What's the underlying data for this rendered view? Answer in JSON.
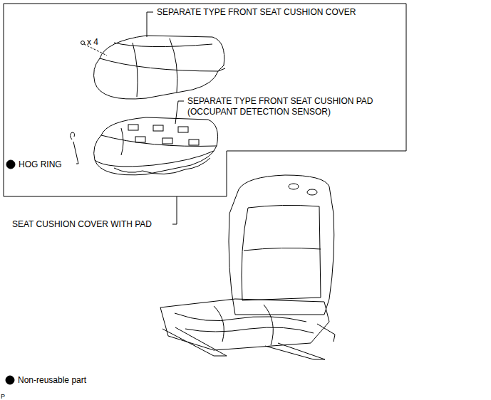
{
  "diagram": {
    "labels": [
      "SEPARATE TYPE FRONT SEAT CUSHION COVER",
      "x 4",
      "SEPARATE TYPE FRONT SEAT CUSHION PAD (OCCUPANT DETECTION SENSOR)",
      "HOG RING",
      "SEAT CUSHION COVER WITH PAD",
      "P"
    ],
    "legend": [
      {
        "text": "Non-reusable part"
      }
    ]
  }
}
